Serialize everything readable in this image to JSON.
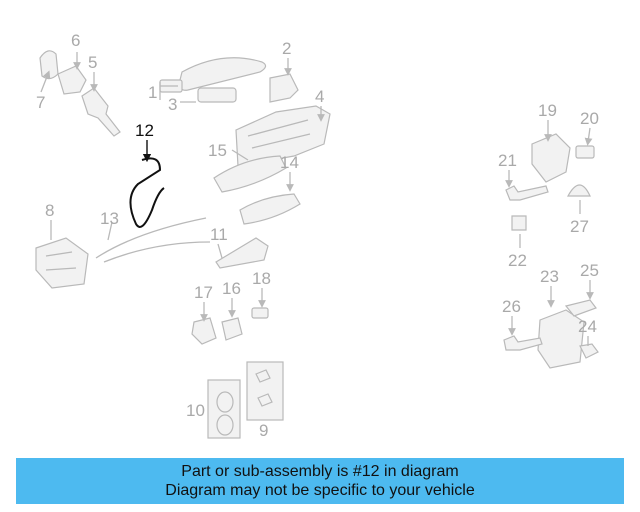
{
  "callouts": {
    "c1": "1",
    "c2": "2",
    "c3": "3",
    "c4": "4",
    "c5": "5",
    "c6": "6",
    "c7": "7",
    "c8": "8",
    "c9": "9",
    "c10": "10",
    "c11": "11",
    "c12": "12",
    "c13": "13",
    "c14": "14",
    "c15": "15",
    "c16": "16",
    "c17": "17",
    "c18": "18",
    "c19": "19",
    "c20": "20",
    "c21": "21",
    "c22": "22",
    "c23": "23",
    "c24": "24",
    "c25": "25",
    "c26": "26",
    "c27": "27"
  },
  "highlighted_part": "12",
  "colors": {
    "caption_bg": "#4dbaf0",
    "part_stroke": "#b9b9b9",
    "highlight": "#111111"
  },
  "caption": {
    "line1": "Part or sub-assembly is #12 in diagram",
    "line2": "Diagram may not be specific to your vehicle"
  }
}
